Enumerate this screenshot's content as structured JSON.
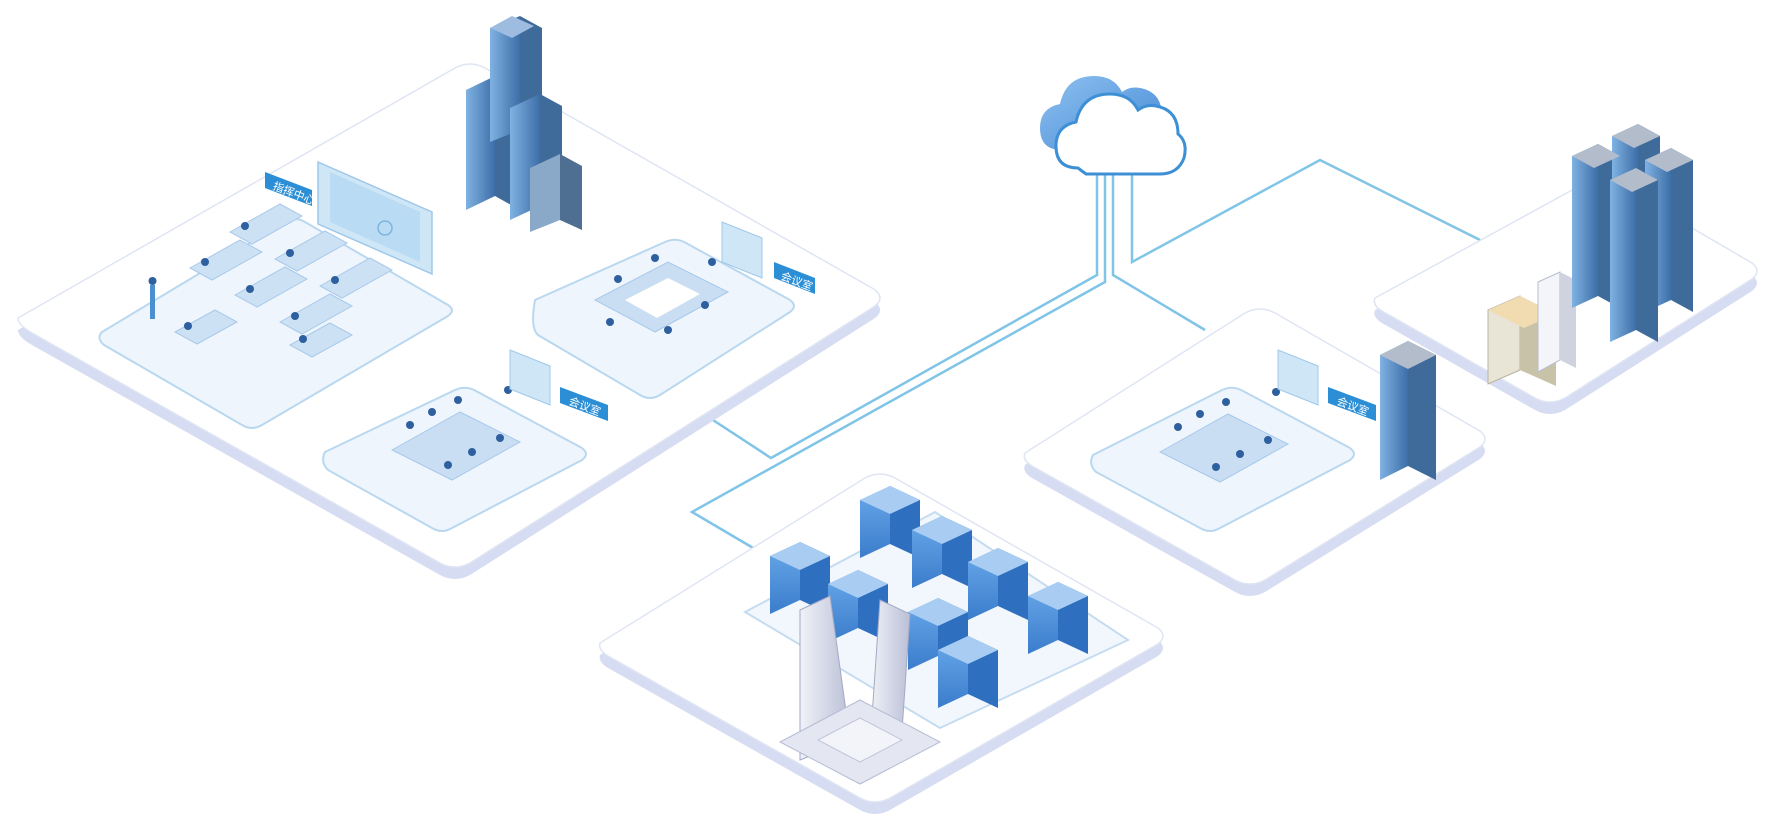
{
  "labels": {
    "command_center": "指挥中心",
    "meeting_room_a": "会议室",
    "meeting_room_b": "会议室",
    "meeting_room_c": "会议室"
  },
  "colors": {
    "background": "#ffffff",
    "platform_top": "#ffffff",
    "platform_edge": "#d8def5",
    "platform_outline": "#cdd8ee",
    "network_line": "#7ec3e6",
    "label_fill": "#2c8fd6",
    "screen_fill": "#cfe6f7",
    "server_front": "#4b8fd8",
    "server_side": "#2f6fc0",
    "server_top": "#a9cdf2",
    "building_glass": "#5f93c9",
    "building_dark": "#3f6b9a",
    "desk": "#c9def2",
    "cloud_fill": "#ffffff",
    "cloud_stroke": "#3d8fd6"
  },
  "icons": [
    "cloud-icon",
    "office-tower-icon",
    "server-rack-icon",
    "twin-tower-icon",
    "apartment-building-icon",
    "people-desk-icon",
    "display-screen-icon"
  ]
}
